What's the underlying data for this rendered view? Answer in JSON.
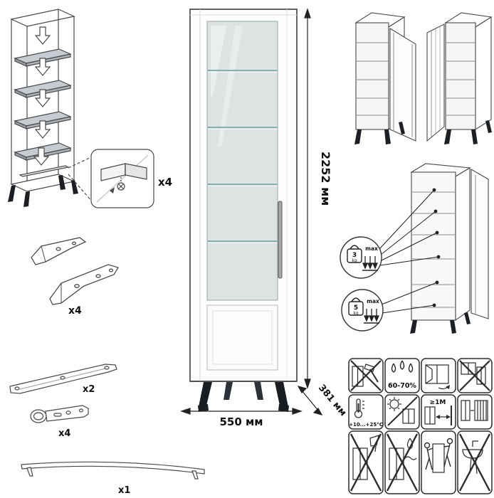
{
  "product": {
    "sheet_type": "furniture-assembly-instruction",
    "item": "tall-display-cabinet"
  },
  "dimensions": {
    "height": "2252 мм",
    "width": "550 мм",
    "depth": "381 мм"
  },
  "parts": [
    {
      "name": "shelf-bracket",
      "count": "x4"
    },
    {
      "name": "leg",
      "count": "x4"
    },
    {
      "name": "rail",
      "count": "x2"
    },
    {
      "name": "hinge",
      "count": "x4"
    },
    {
      "name": "handle",
      "count": "x1"
    }
  ],
  "load_limits": [
    {
      "value": "3",
      "unit": "kg",
      "note": "max"
    },
    {
      "value": "5",
      "unit": "kg",
      "note": "max"
    }
  ],
  "care": {
    "humidity": "60-70%",
    "temperature": "+10...+25°C",
    "distance": "≥1M"
  },
  "icons": [
    "down-arrow-icon",
    "shelf-bracket-detail-icon",
    "weight-3kg-icon",
    "weight-5kg-icon",
    "no-hammer-icon",
    "humidity-icon",
    "ventilation-window-icon",
    "no-window-placement-icon",
    "temperature-range-icon",
    "no-direct-sunlight-icon",
    "min-distance-icon",
    "no-radiator-icon",
    "no-liquids-icon",
    "no-wet-cleaning-icon",
    "two-person-carry-icon",
    "no-washbasin-icon"
  ]
}
